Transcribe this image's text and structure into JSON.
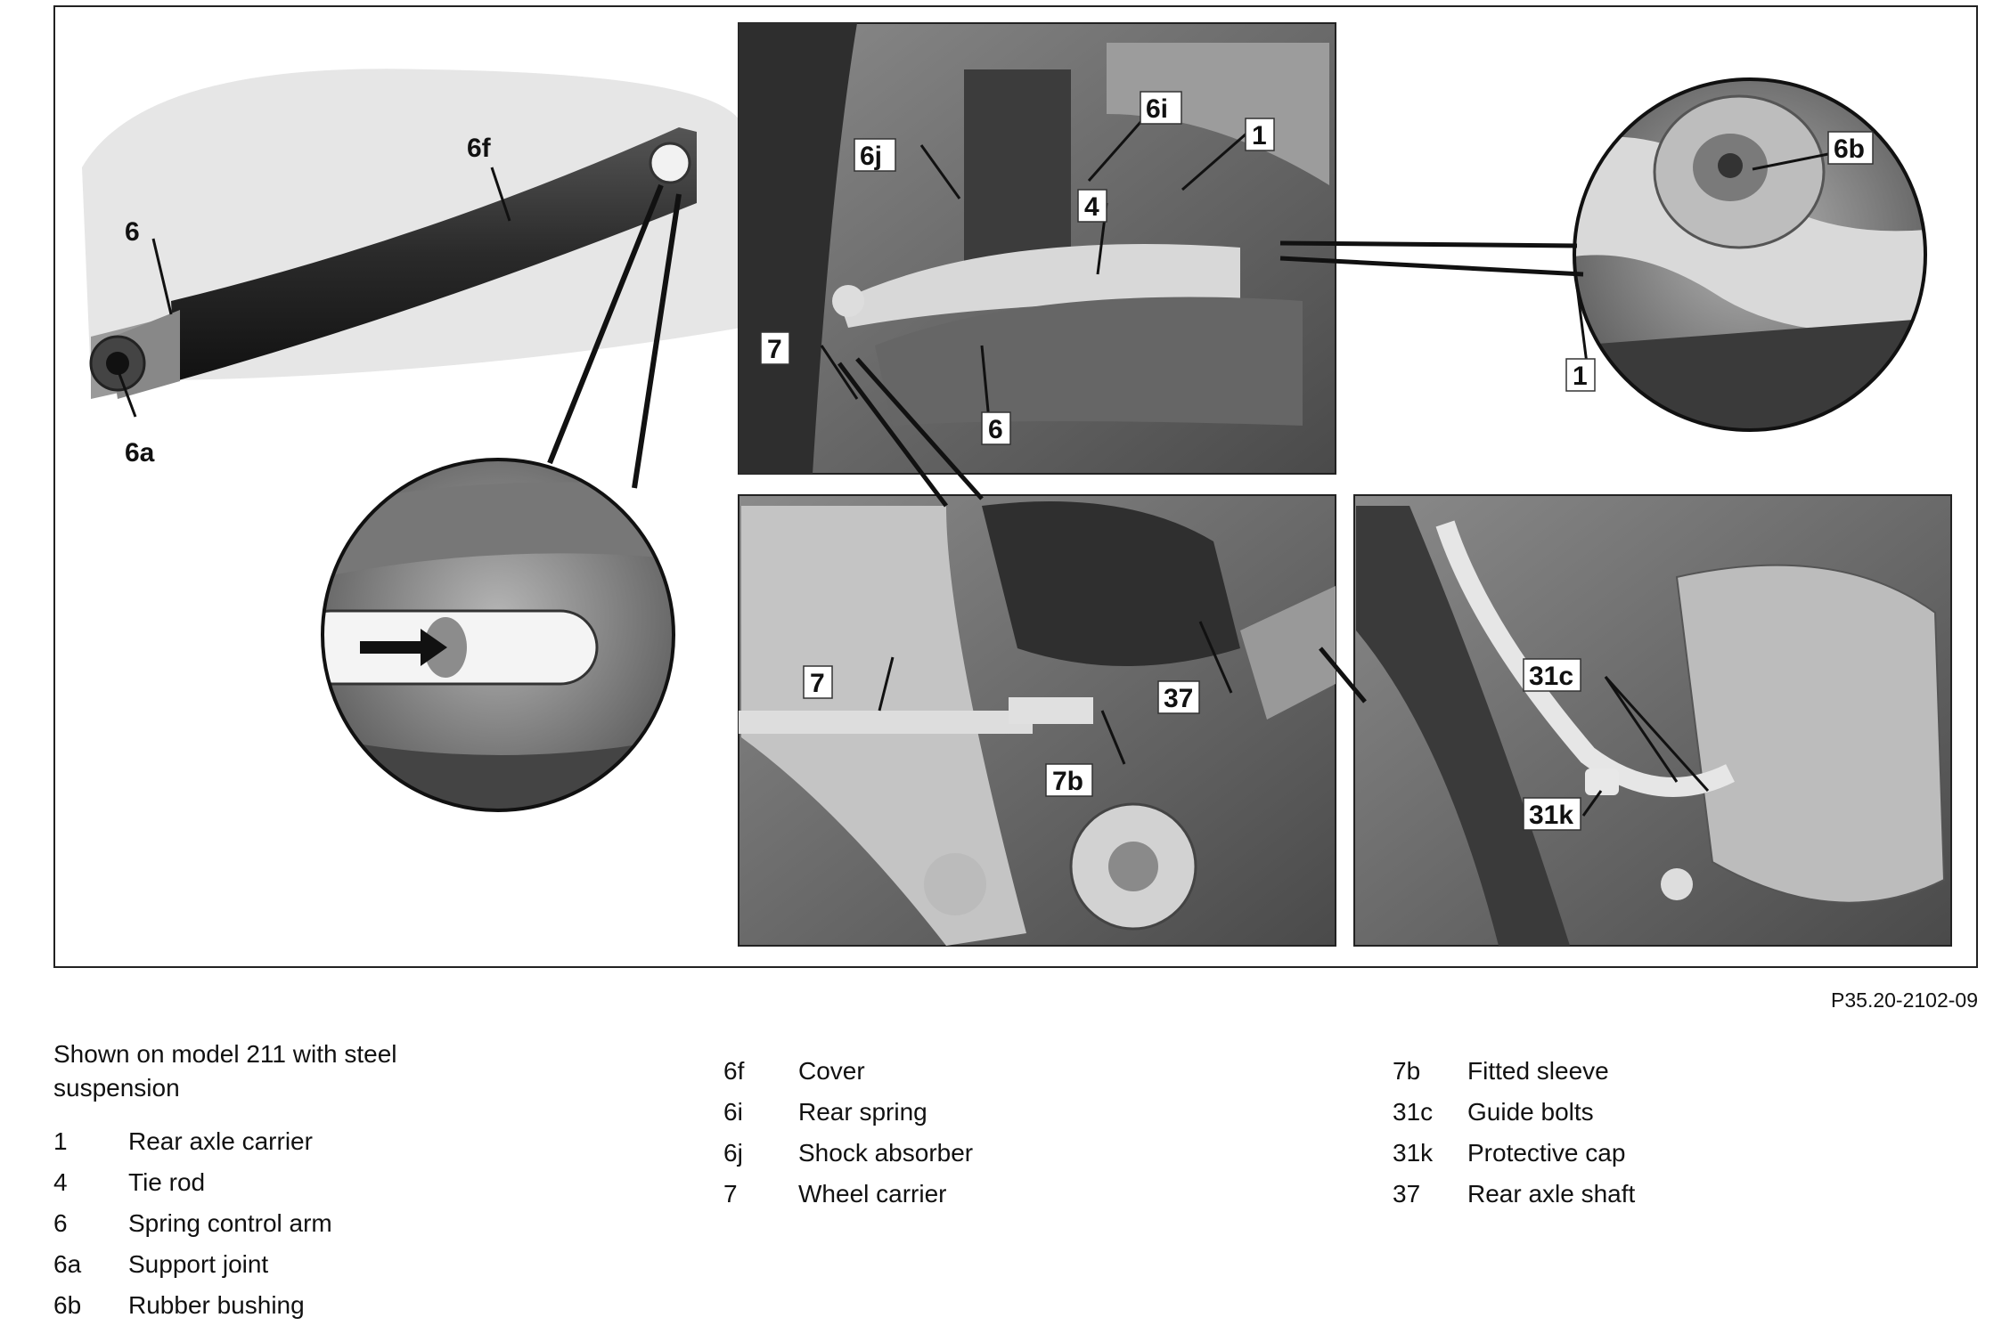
{
  "figure": {
    "ref": "P35.20-2102-09",
    "labels": {
      "l6": "6",
      "l6f": "6f",
      "l6a": "6a",
      "l6i": "6i",
      "l6j": "6j",
      "l1": "1",
      "l4": "4",
      "l7": "7",
      "l6mid": "6",
      "l6b": "6b",
      "l1zoom": "1",
      "l7b": "7b",
      "l7low": "7",
      "l37": "37",
      "l31c": "31c",
      "l31k": "31k"
    }
  },
  "legend": {
    "intro": "Shown on model 211 with steel suspension",
    "col1": [
      {
        "num": "1",
        "text": "Rear axle carrier"
      },
      {
        "num": "4",
        "text": "Tie rod"
      },
      {
        "num": "6",
        "text": "Spring control arm"
      },
      {
        "num": "6a",
        "text": "Support joint"
      },
      {
        "num": "6b",
        "text": "Rubber bushing"
      }
    ],
    "col2": [
      {
        "num": "6f",
        "text": "Cover"
      },
      {
        "num": "6i",
        "text": "Rear spring"
      },
      {
        "num": "6j",
        "text": "Shock absorber"
      },
      {
        "num": "7",
        "text": "Wheel carrier"
      }
    ],
    "col3": [
      {
        "num": "7b",
        "text": "Fitted sleeve"
      },
      {
        "num": "31c",
        "text": "Guide bolts"
      },
      {
        "num": "31k",
        "text": "Protective cap"
      },
      {
        "num": "37",
        "text": "Rear axle shaft"
      }
    ]
  }
}
